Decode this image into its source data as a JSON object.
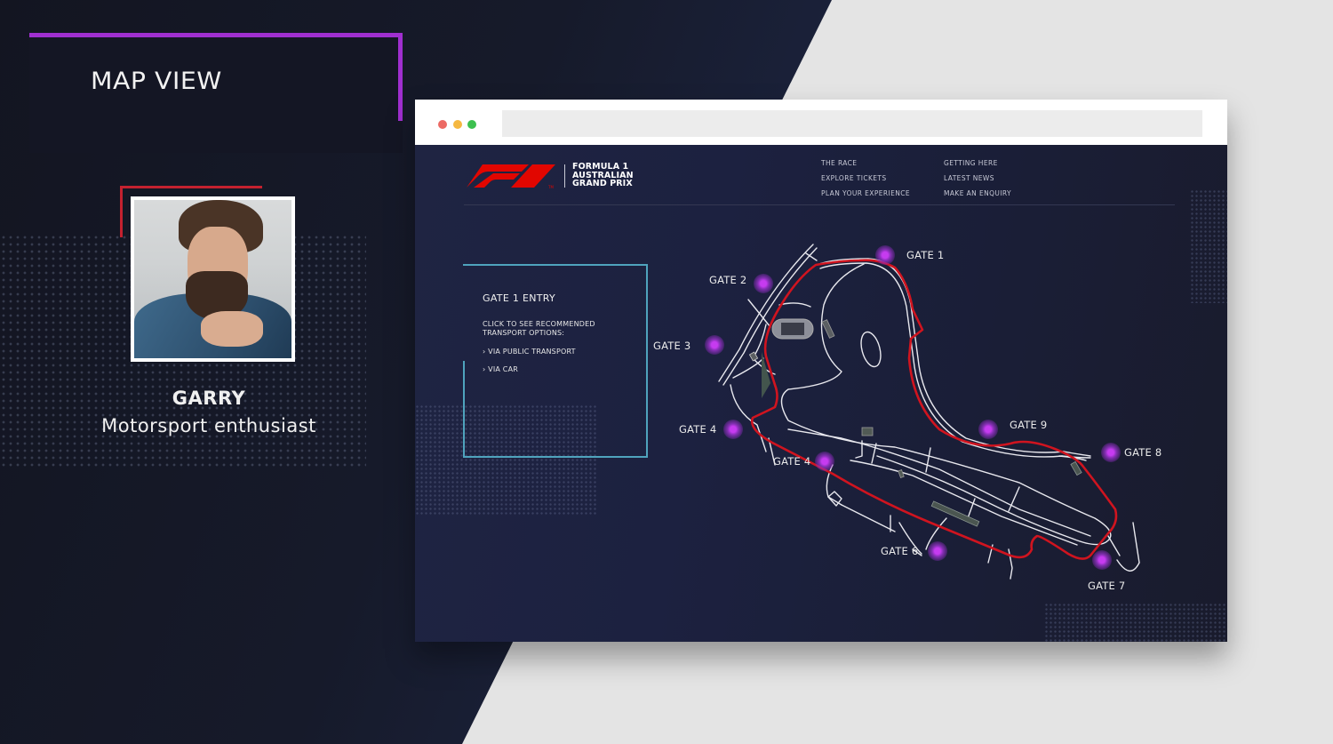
{
  "slide": {
    "title": "MAP VIEW",
    "accent_color": "#a02fd0",
    "persona": {
      "name": "GARRY",
      "role": "Motorsport enthusiast",
      "frame_accent": "#c4212f"
    }
  },
  "browser": {
    "address_value": "",
    "traffic_lights": [
      "#ec6a64",
      "#f5b841",
      "#3dc04f"
    ]
  },
  "site": {
    "logo": {
      "line1": "FORMULA 1",
      "line2": "AUSTRALIAN",
      "line3": "GRAND PRIX",
      "brand_color": "#e10600"
    },
    "nav": {
      "col1": [
        "THE RACE",
        "EXPLORE TICKETS",
        "PLAN YOUR EXPERIENCE"
      ],
      "col2": [
        "GETTING HERE",
        "LATEST NEWS",
        "MAKE AN ENQUIRY"
      ]
    },
    "info_panel": {
      "title": "GATE 1 ENTRY",
      "description": "CLICK TO SEE RECOMMENDED TRANSPORT OPTIONS:",
      "options": [
        "› VIA PUBLIC TRANSPORT",
        "› VIA CAR"
      ],
      "border_color": "#4fa3bd"
    },
    "map": {
      "track_color": "#d0141f",
      "road_color": "#e8e8ee",
      "gate_color": "#c63bf0",
      "gates": [
        {
          "label": "GATE 1"
        },
        {
          "label": "GATE 2"
        },
        {
          "label": "GATE 3"
        },
        {
          "label": "GATE 4"
        },
        {
          "label": "GATE 4"
        },
        {
          "label": "GATE 9"
        },
        {
          "label": "GATE 8"
        },
        {
          "label": "GATE 6"
        },
        {
          "label": "GATE 7"
        }
      ]
    }
  }
}
